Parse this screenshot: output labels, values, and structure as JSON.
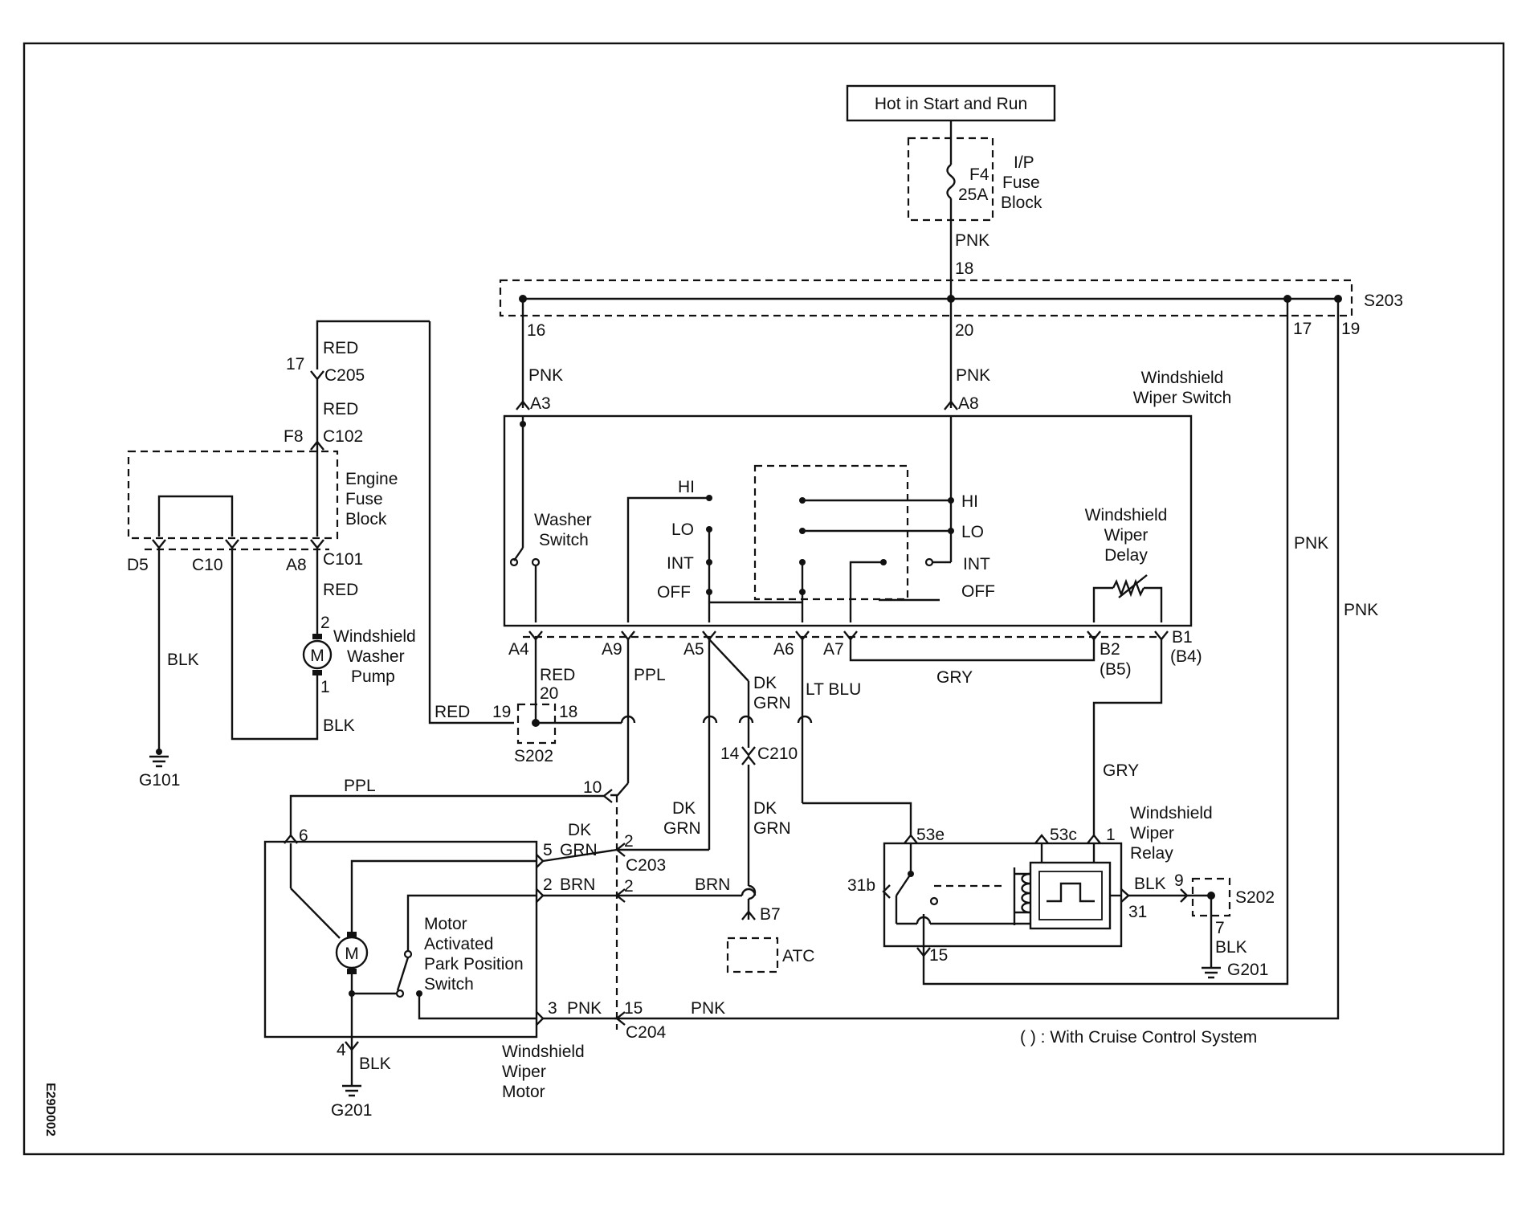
{
  "doc_code": "E29D002",
  "power_source": "Hot in Start and Run",
  "fuse": {
    "id": "F4",
    "rating": "25A",
    "block_label": [
      "I/P",
      "Fuse",
      "Block"
    ]
  },
  "splices": {
    "s203": "S203",
    "s202": "S202",
    "s202_relay": "S202"
  },
  "switch": {
    "title": [
      "Windshield",
      "Wiper Switch"
    ],
    "washer": [
      "Washer",
      "Switch"
    ],
    "positions_left": [
      "HI",
      "LO",
      "INT",
      "OFF"
    ],
    "positions_right": [
      "HI",
      "LO",
      "INT",
      "OFF"
    ],
    "delay": [
      "Windshield",
      "Wiper",
      "Delay"
    ]
  },
  "pins": {
    "a3": "A3",
    "a8": "A8",
    "a4": "A4",
    "a9": "A9",
    "a5": "A5",
    "a6": "A6",
    "a7": "A7",
    "b2": "B2",
    "b2_alt": "(B5)",
    "b1": "B1",
    "b1_alt": "(B4)"
  },
  "engine_fuse": {
    "label": [
      "Engine",
      "Fuse",
      "Block"
    ],
    "c101": "C101",
    "c102": "C102",
    "c205": "C205",
    "d5": "D5",
    "c10": "C10",
    "a8": "A8",
    "f8": "F8",
    "p17": "17"
  },
  "washer_pump": {
    "label": [
      "Windshield",
      "Washer",
      "Pump"
    ],
    "p2": "2",
    "p1": "1",
    "m": "M"
  },
  "grounds": {
    "g101": "G101",
    "g201_motor": "G201",
    "g201_relay": "G201"
  },
  "relay": {
    "title": [
      "Windshield",
      "Wiper",
      "Relay"
    ],
    "p53e": "53e",
    "p53c": "53c",
    "p1": "1",
    "p31b": "31b",
    "p31": "31",
    "p15": "15",
    "p9": "9",
    "p7": "7"
  },
  "motor": {
    "title": [
      "Windshield",
      "Wiper",
      "Motor"
    ],
    "park": [
      "Motor",
      "Activated",
      "Park Position",
      "Switch"
    ],
    "m": "M",
    "p6": "6",
    "p5": "5",
    "p2": "2",
    "p3": "3",
    "p4": "4"
  },
  "connectors": {
    "c203": "C203",
    "c204": "C204",
    "c210": "C210",
    "p10": "10",
    "p2a": "2",
    "p2b": "2",
    "p15": "15",
    "p14": "14"
  },
  "atc": {
    "label": "ATC",
    "pin": "B7"
  },
  "splice_pins": {
    "p18": "18",
    "p16": "16",
    "p20": "20",
    "p17": "17",
    "p19": "19",
    "s202_19": "19",
    "s202_20": "20",
    "s202_18": "18"
  },
  "wire_colors": {
    "pnk": "PNK",
    "red": "RED",
    "blk": "BLK",
    "ppl": "PPL",
    "gry": "GRY",
    "lt_blu": "LT BLU",
    "brn": "BRN",
    "dk": "DK",
    "grn": "GRN"
  },
  "note": "(  ) : With Cruise Control System"
}
